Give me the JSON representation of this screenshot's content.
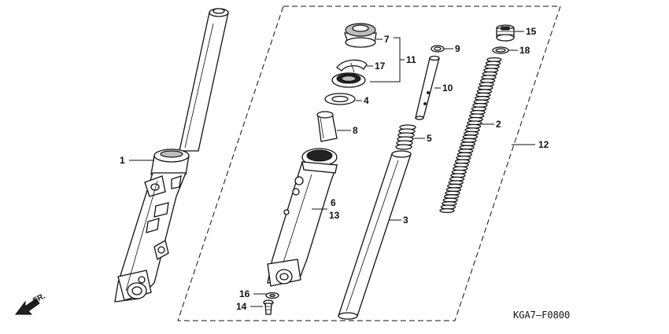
{
  "diagram": {
    "code": "KGA7—F0800",
    "direction_label": "FR.",
    "parts": [
      {
        "key": "p1",
        "label": "1"
      },
      {
        "key": "p2",
        "label": "2"
      },
      {
        "key": "p3",
        "label": "3"
      },
      {
        "key": "p4",
        "label": "4"
      },
      {
        "key": "p5",
        "label": "5"
      },
      {
        "key": "p6",
        "label": "6"
      },
      {
        "key": "p7",
        "label": "7"
      },
      {
        "key": "p8",
        "label": "8"
      },
      {
        "key": "p9",
        "label": "9"
      },
      {
        "key": "p10",
        "label": "10"
      },
      {
        "key": "p11",
        "label": "11"
      },
      {
        "key": "p12",
        "label": "12"
      },
      {
        "key": "p13",
        "label": "13"
      },
      {
        "key": "p14",
        "label": "14"
      },
      {
        "key": "p15",
        "label": "15"
      },
      {
        "key": "p16",
        "label": "16"
      },
      {
        "key": "p17",
        "label": "17"
      },
      {
        "key": "p18",
        "label": "18"
      }
    ]
  }
}
